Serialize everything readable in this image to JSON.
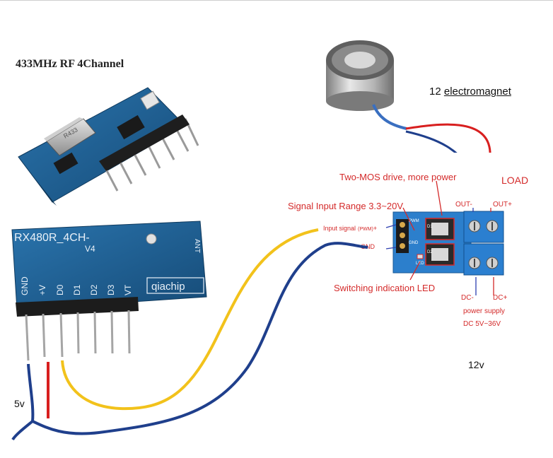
{
  "receiver_top": {
    "title": "433MHz RF 4Channel",
    "crystal_marking": "R433"
  },
  "receiver_module": {
    "model": "RX480R_4CH-",
    "version": "V4",
    "ant": "ANT",
    "brand": "qiachip",
    "pins": [
      "GND",
      "+V",
      "D0",
      "D1",
      "D2",
      "D3",
      "VT"
    ]
  },
  "electromagnet": {
    "label_prefix": "12 ",
    "label_link": "electromagnet"
  },
  "mos_board": {
    "top_label": "Two-MOS drive, more power",
    "load_label": "LOAD",
    "signal_range": "Signal Input Range  3.3~20V",
    "input_signal": "Input signal",
    "pwm": "(PWM)",
    "input_plus": "+",
    "gnd": "GND",
    "out_minus": "OUT-",
    "out_plus": "OUT+",
    "led_label": "Switching indication LED",
    "dc_minus": "DC-",
    "dc_plus": "DC+",
    "power_supply": "power supply",
    "dc_range": "DC 5V~36V",
    "pcb_labels": [
      "PWM",
      "GND",
      "LED",
      "D1",
      "D2"
    ]
  },
  "voltage_12v": "12v",
  "voltage_5v": "5v",
  "colors": {
    "wire_blue": "#1f3f8c",
    "wire_yellow": "#f2c21b",
    "wire_red": "#d81f1f",
    "pcb_blue": "#1d5b8f",
    "terminal_blue": "#2b7fd0",
    "annotation_red": "#d42a2a",
    "annotation_blue": "#2d3fb0"
  }
}
